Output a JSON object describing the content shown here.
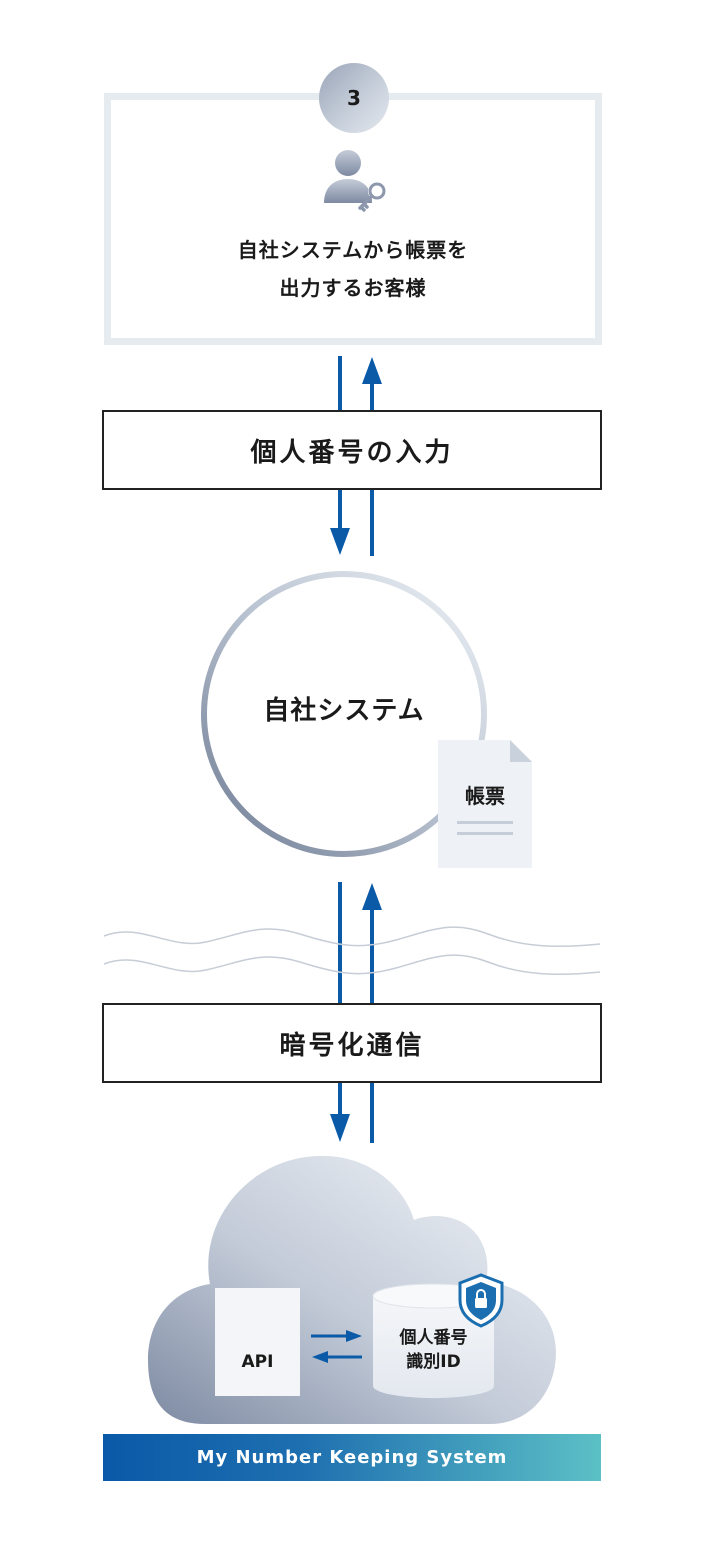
{
  "step": {
    "number": "3",
    "line1": "自社システムから帳票を",
    "line2": "出力するお客様"
  },
  "input_label": "個人番号の入力",
  "system_label": "自社システム",
  "document_label": "帳票",
  "encrypted_label": "暗号化通信",
  "cloud": {
    "api_label": "API",
    "db_line1": "個人番号",
    "db_line2": "識別ID"
  },
  "banner": "My Number Keeping System",
  "colors": {
    "arrow": "#0a5aa8",
    "banner_start": "#0a59a8",
    "banner_end": "#5cc0c6",
    "frame": "#e6ebf0"
  },
  "icons": [
    "user-key-icon",
    "document-icon",
    "gears-icon",
    "database-icon",
    "shield-lock-icon"
  ]
}
